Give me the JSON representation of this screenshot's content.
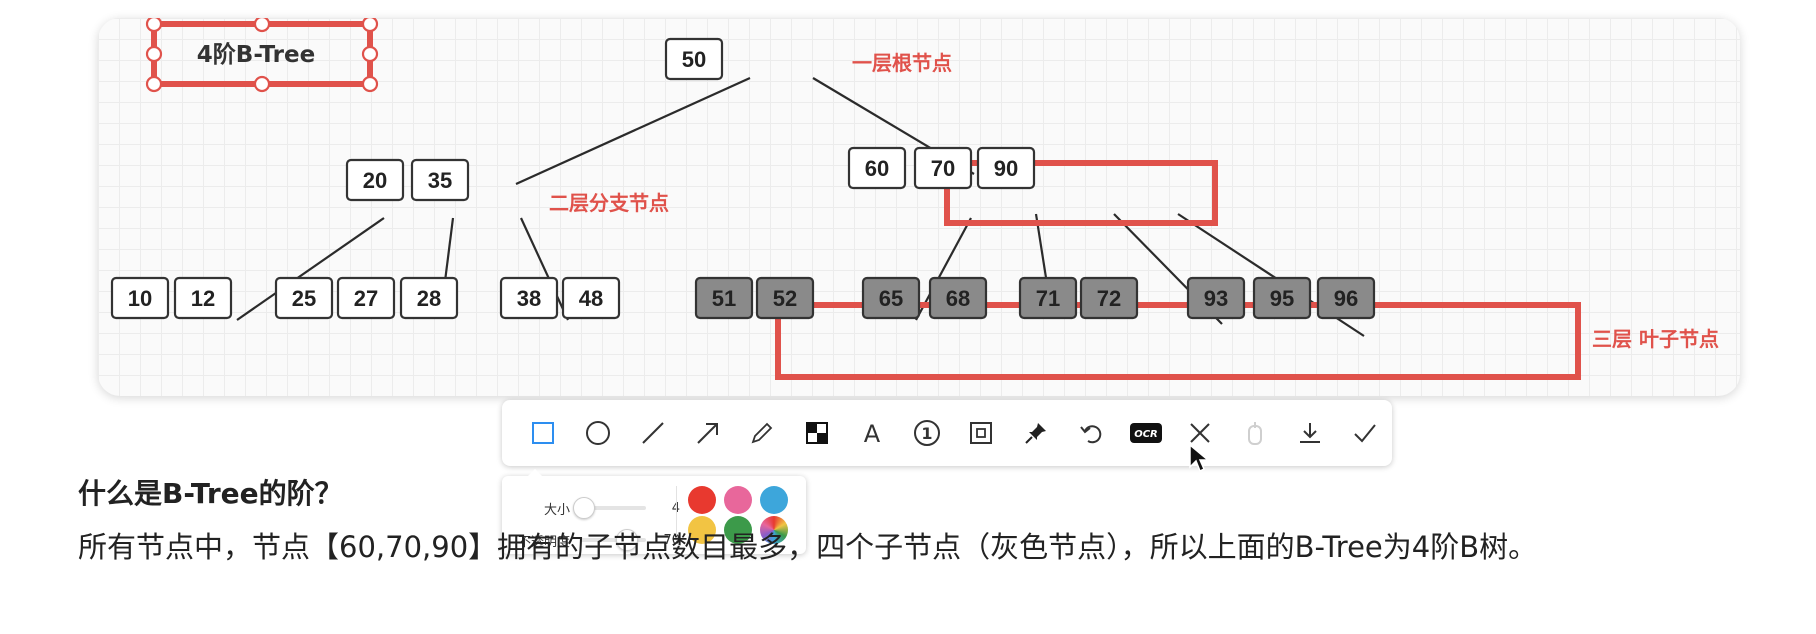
{
  "diagram": {
    "title": "4阶B-Tree",
    "labels": {
      "level1": "一层根节点",
      "level2": "二层分支节点",
      "level3": "三层 叶子节点"
    },
    "root": [
      "50"
    ],
    "branch_left": [
      "20",
      "35"
    ],
    "branch_right": [
      "60",
      "70",
      "90"
    ],
    "leaves": {
      "group1": [
        "10",
        "12"
      ],
      "group2": [
        "25",
        "27",
        "28"
      ],
      "group3": [
        "38",
        "48"
      ],
      "group4": [
        "51",
        "52"
      ],
      "group5": [
        "65",
        "68"
      ],
      "group6": [
        "71",
        "72"
      ],
      "group7": [
        "93",
        "95",
        "96"
      ]
    },
    "colors": {
      "highlight": "#e0524b",
      "gray_node": "#8a8a8a"
    }
  },
  "toolbar": {
    "tools": [
      "rectangle-icon",
      "ellipse-icon",
      "line-icon",
      "arrow-icon",
      "pencil-icon",
      "mosaic-icon",
      "text-icon",
      "serial-number-icon",
      "frame-icon",
      "pin-icon",
      "undo-icon",
      "ocr-icon",
      "close-icon",
      "save-disabled-icon",
      "download-icon",
      "confirm-icon"
    ],
    "active_tool": "rectangle-icon",
    "ocr_label": "OCR",
    "serial_label": "1",
    "text_label": "A"
  },
  "style_panel": {
    "size_label": "大小",
    "size_value": "4",
    "opacity_label": "不透明度",
    "opacity_value": "70",
    "size_level": 0.04,
    "opacity_level": 0.7,
    "colors": [
      "#e8392f",
      "#e8679b",
      "#3da6db",
      "#f2c443",
      "#3c9a4a",
      "multicolor"
    ]
  },
  "article": {
    "heading": "什么是B-Tree的阶？",
    "paragraph": "所有节点中，节点【60,70,90】拥有的子节点数目最多，四个子节点（灰色节点），所以上面的B-Tree为4阶B树。"
  }
}
